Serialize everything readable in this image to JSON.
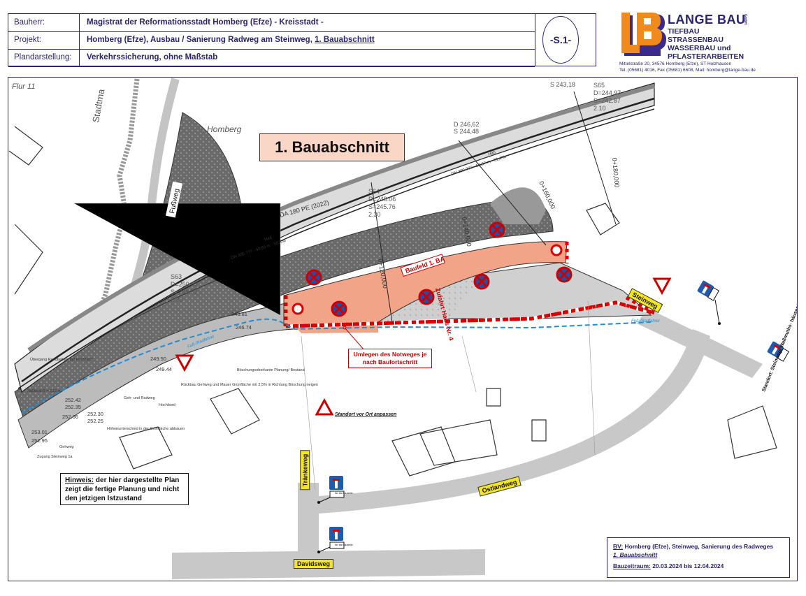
{
  "header": {
    "rows": [
      {
        "label": "Bauherr:",
        "value": "Magistrat der Reformationsstadt Homberg (Efze) - Kreisstadt -"
      },
      {
        "label": "Projekt:",
        "value": "Homberg (Efze), Ausbau / Sanierung Radweg am Steinweg, ",
        "value_underlined": "1. Bauabschnitt"
      },
      {
        "label": "Plandarstellung:",
        "value": "Verkehrssicherung, ohne Maßstab"
      }
    ],
    "sheet_number": "-S.1-"
  },
  "company": {
    "name": "LANGE BAU",
    "suffix": "GmbH",
    "services": [
      "TIEFBAU",
      "STRASSENBAU",
      "WASSERBAU und",
      "PFLASTERARBEITEN"
    ],
    "address": "Mittelstraße 20, 34576 Homberg (Efze), ST Holzhausen",
    "contact": "Tel. (05681) 4016, Fax (05681) 6608,  Mail: homberg@lange-bau.de",
    "colors": {
      "orange": "#f08a1c",
      "purple": "#3a2a8c"
    }
  },
  "map": {
    "flur": "Flur 11",
    "title": "1. Bauabschnitt",
    "labels": {
      "stadtmauer": "Stadtma",
      "homberg": "Homberg",
      "fussweg": "Fußweg",
      "da180": "DA 180 PE (2022)",
      "baufeld": "Baufeld 1. BA",
      "zufahrt": "Zufahrt Haus Nr. 4",
      "fuss_radweg": "Fuß-/Radfahrer",
      "station_120": "0+120,000",
      "station_140": "0+140,000",
      "station_160": "0+160,000",
      "station_180": "0+180,000",
      "umlegen": "Umlegen des Notweges je nach Baufortschritt",
      "standort_vor_ort": "Standort vor Ort anpassen",
      "standort_steinweg": "Standort: Steinweg/ Waßmuths- häuser Str.",
      "rueckbau": "Rückbau Gehweg und Mauer Grünfläche mit 2,5% in Richtung Böschung neigen",
      "boeschung": "Böschungsoberkante Planung/ Bestand",
      "geh_radweg": "Geh- und Radweg",
      "hochbord": "Hochbord",
      "uebergang": "Übergang Rundbalken auf Hochbord",
      "nullbord": "Nullbord B = 2,20 m",
      "hoehenunterschied": "Höhenunterschied in der Grünfläche abbauen",
      "gehweg": "Gehweg",
      "zugang": "Zugang Steinweg 1a"
    },
    "shafts": [
      {
        "name": "S63",
        "D": "D=250.82",
        "S": "S=248.52",
        "d": "2.30"
      },
      {
        "name": "S64",
        "D": "D=248.06",
        "S": "S=245.76",
        "d": "2.30"
      },
      {
        "name": "S65",
        "D": "D=244.97",
        "S": "S=242.87",
        "d": "2.10"
      }
    ],
    "levels": {
      "a": "D 246,62",
      "b": "S 244,48",
      "c": "S 243,18",
      "h1": "246.81",
      "h2": "246.74",
      "h3": "249.50",
      "h4": "249.44",
      "h5": "252.42",
      "h6": "252.35",
      "h7": "252.30",
      "h8": "252.25",
      "h9": "252.66",
      "h10": "253.01",
      "h11": "252.95"
    },
    "pipes": {
      "h44": "H44",
      "dn1": "DN 300 ??? - 48,83 m - 56,6‰",
      "h45": "H45",
      "dn2": "DN 300 ??? - 58,97 m - 51,1‰"
    },
    "streets": [
      "Steinweg",
      "Tränkeweg",
      "Ostlandweg",
      "Davidsweg"
    ],
    "note_label": "Hinweis:",
    "note_text": " der hier dargestellte Plan zeigt die fertige Planung und nicht den jetzigen Istzustand",
    "sign_plate": "frei bis Baustelle"
  },
  "info_box": {
    "bv_label": "BV:",
    "bv_text": " Homberg (Efze), Steinweg, Sanierung des Radweges",
    "section": "1. Bauabschnitt",
    "period_label": "Bauzeitraum:",
    "period": " 20.03.2024 bis 12.04.2024"
  }
}
